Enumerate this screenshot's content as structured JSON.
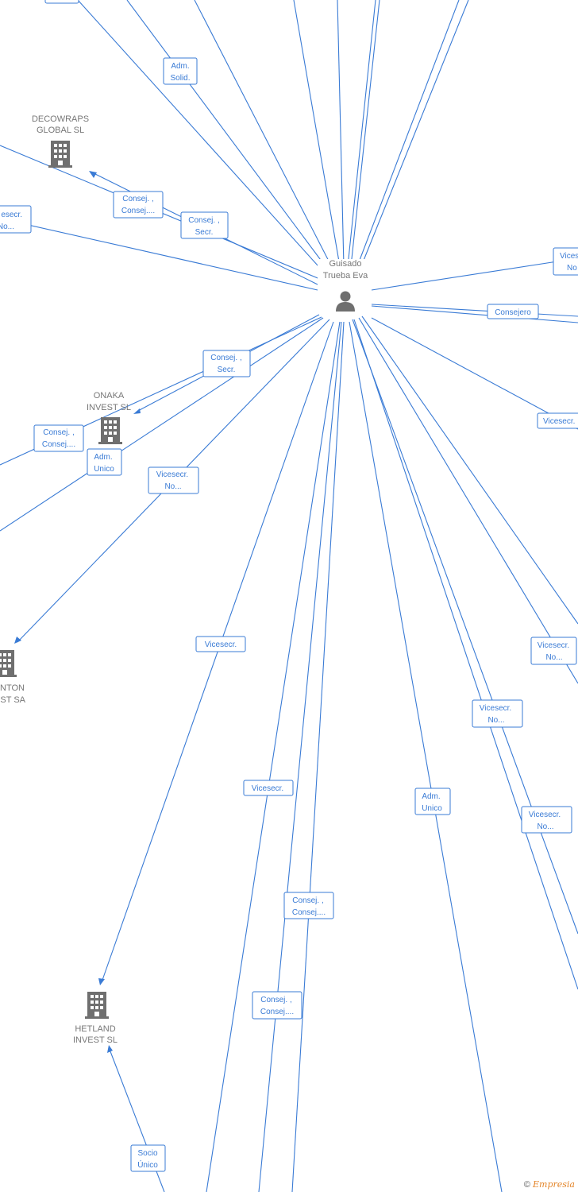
{
  "nodes": {
    "center": {
      "name_line1": "Guisado",
      "name_line2": "Trueba Eva",
      "icon": "person-icon"
    },
    "decowraps": {
      "line1": "DECOWRAPS",
      "line2": "GLOBAL SL",
      "icon": "building-icon"
    },
    "onaka": {
      "line1": "ONAKA",
      "line2": "INVEST SL",
      "icon": "building-icon"
    },
    "anton": {
      "line1": "NTON",
      "line2": "ST SA",
      "icon": "building-icon"
    },
    "hetland": {
      "line1": "HETLAND",
      "line2": "INVEST SL",
      "icon": "building-icon"
    }
  },
  "edge_labels": [
    {
      "id": "adm-solid",
      "line1": "Adm.",
      "line2": "Solid."
    },
    {
      "id": "consej-consej-1",
      "line1": "Consej. ,",
      "line2": "Consej...."
    },
    {
      "id": "consej-secr-1",
      "line1": "Consej. ,",
      "line2": "Secr."
    },
    {
      "id": "vicesecr-no-left",
      "line1": "esecr.",
      "line2": "No..."
    },
    {
      "id": "vices-no-right",
      "line1": "Vices",
      "line2": "No"
    },
    {
      "id": "consejero",
      "line1": "Consejero",
      "line2": ""
    },
    {
      "id": "consej-secr-2",
      "line1": "Consej. ,",
      "line2": "Secr."
    },
    {
      "id": "consej-consej-2",
      "line1": "Consej. ,",
      "line2": "Consej...."
    },
    {
      "id": "adm-unico-1",
      "line1": "Adm.",
      "line2": "Unico"
    },
    {
      "id": "vicesecr-no-1",
      "line1": "Vicesecr.",
      "line2": "No..."
    },
    {
      "id": "vicesecr-right",
      "line1": "Vicesecr.",
      "line2": ""
    },
    {
      "id": "vicesecr-1",
      "line1": "Vicesecr.",
      "line2": ""
    },
    {
      "id": "vicesecr-no-2",
      "line1": "Vicesecr.",
      "line2": "No..."
    },
    {
      "id": "vicesecr-no-3",
      "line1": "Vicesecr.",
      "line2": "No..."
    },
    {
      "id": "vicesecr-2",
      "line1": "Vicesecr.",
      "line2": ""
    },
    {
      "id": "adm-unico-2",
      "line1": "Adm.",
      "line2": "Unico"
    },
    {
      "id": "vicesecr-no-4",
      "line1": "Vicesecr.",
      "line2": "No..."
    },
    {
      "id": "consej-consej-3",
      "line1": "Consej. ,",
      "line2": "Consej...."
    },
    {
      "id": "consej-consej-4",
      "line1": "Consej. ,",
      "line2": "Consej...."
    },
    {
      "id": "socio-unico",
      "line1": "Socio",
      "line2": "Único"
    }
  ],
  "footer": {
    "copyright": "©",
    "brand": "Empresia"
  },
  "colors": {
    "edge": "#3a7bd5",
    "node_text": "#777777",
    "icon": "#6f6f6f",
    "brand": "#e4862b"
  }
}
